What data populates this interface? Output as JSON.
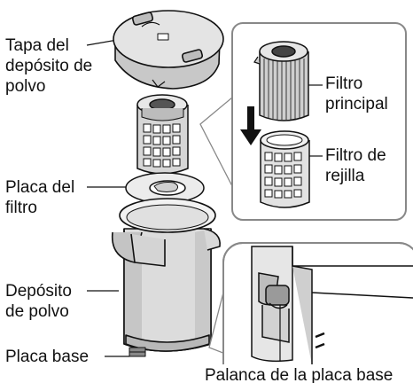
{
  "labels": {
    "lid_line1": "Tapa del",
    "lid_line2": "depósito de",
    "lid_line3": "polvo",
    "filter_plate_line1": "Placa del",
    "filter_plate_line2": "filtro",
    "bin_line1": "Depósito",
    "bin_line2": "de polvo",
    "base_plate": "Placa base",
    "main_filter_line1": "Filtro",
    "main_filter_line2": "principal",
    "mesh_filter_line1": "Filtro de",
    "mesh_filter_line2": "rejilla",
    "base_lever": "Palanca de la placa base"
  }
}
